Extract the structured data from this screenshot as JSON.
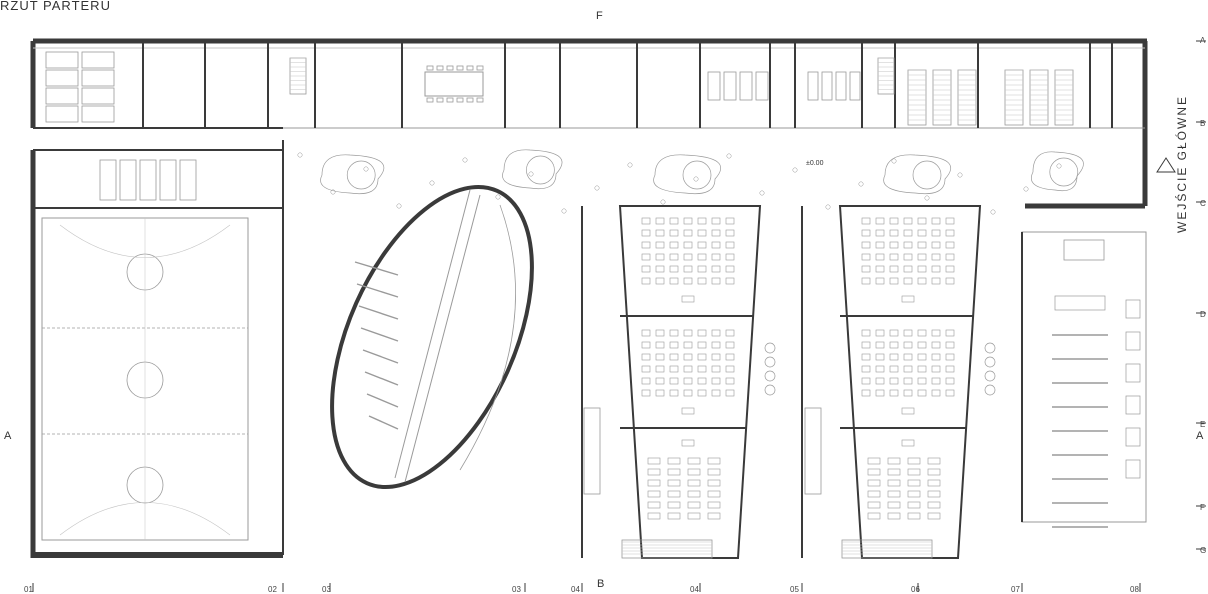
{
  "title": "RZUT PARTERU",
  "entrance_label": "WEJŚCIE GŁÓWNE",
  "level_mark": "±0.00",
  "section_marks": {
    "top": "F",
    "left": "A",
    "right": "A",
    "bottom": "B"
  },
  "grid_columns": [
    "01",
    "02",
    "03",
    "03",
    "04",
    "04",
    "05",
    "06",
    "07",
    "08"
  ],
  "grid_rows": [
    "A",
    "B",
    "C",
    "D",
    "E",
    "F",
    "G"
  ],
  "colors": {
    "wall": "#3a3a3a",
    "line": "#9a9a9a",
    "fine": "#c4c4c4"
  }
}
